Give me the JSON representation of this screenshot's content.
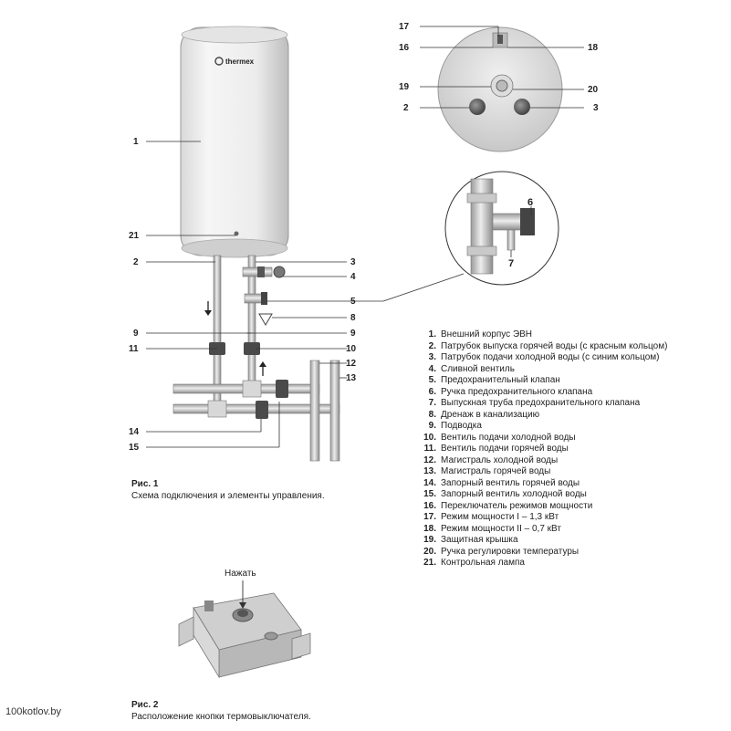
{
  "brand_logo": "thermex",
  "callouts": {
    "left": [
      "1",
      "21",
      "2",
      "9",
      "11",
      "14",
      "15"
    ],
    "right": [
      "3",
      "4",
      "5",
      "8",
      "9",
      "10",
      "12",
      "13"
    ],
    "top": [
      "17",
      "16",
      "18",
      "19",
      "20",
      "2",
      "3"
    ],
    "detail": [
      "6",
      "7"
    ]
  },
  "fig1": {
    "title": "Рис. 1",
    "subtitle": "Схема подключения и элементы управления."
  },
  "fig2": {
    "title": "Рис. 2",
    "subtitle": "Расположение кнопки термовыключателя.",
    "press_label": "Нажать"
  },
  "legend": [
    {
      "num": "1.",
      "text": "Внешний корпус ЭВН"
    },
    {
      "num": "2.",
      "text": "Патрубок выпуска горячей воды (с красным кольцом)"
    },
    {
      "num": "3.",
      "text": "Патрубок подачи холодной воды (с синим кольцом)"
    },
    {
      "num": "4.",
      "text": "Сливной вентиль"
    },
    {
      "num": "5.",
      "text": "Предохранительный клапан"
    },
    {
      "num": "6.",
      "text": "Ручка предохранительного клапана"
    },
    {
      "num": "7.",
      "text": "Выпускная труба предохранительного клапана"
    },
    {
      "num": "8.",
      "text": "Дренаж в канализацию"
    },
    {
      "num": "9.",
      "text": "Подводка"
    },
    {
      "num": "10.",
      "text": "Вентиль подачи холодной воды"
    },
    {
      "num": "11.",
      "text": "Вентиль подачи горячей воды"
    },
    {
      "num": "12.",
      "text": "Магистраль холодной воды"
    },
    {
      "num": "13.",
      "text": "Магистраль горячей воды"
    },
    {
      "num": "14.",
      "text": "Запорный вентиль горячей воды"
    },
    {
      "num": "15.",
      "text": "Запорный вентиль холодной воды"
    },
    {
      "num": "16.",
      "text": "Переключатель режимов мощности"
    },
    {
      "num": "17.",
      "text": "Режим мощности I – 1,3 кВт"
    },
    {
      "num": "18.",
      "text": "Режим мощности II – 0,7 кВт"
    },
    {
      "num": "19.",
      "text": "Защитная крышка"
    },
    {
      "num": "20.",
      "text": "Ручка регулировки температуры"
    },
    {
      "num": "21.",
      "text": "Контрольная лампа"
    }
  ],
  "site": "100kotlov.by"
}
